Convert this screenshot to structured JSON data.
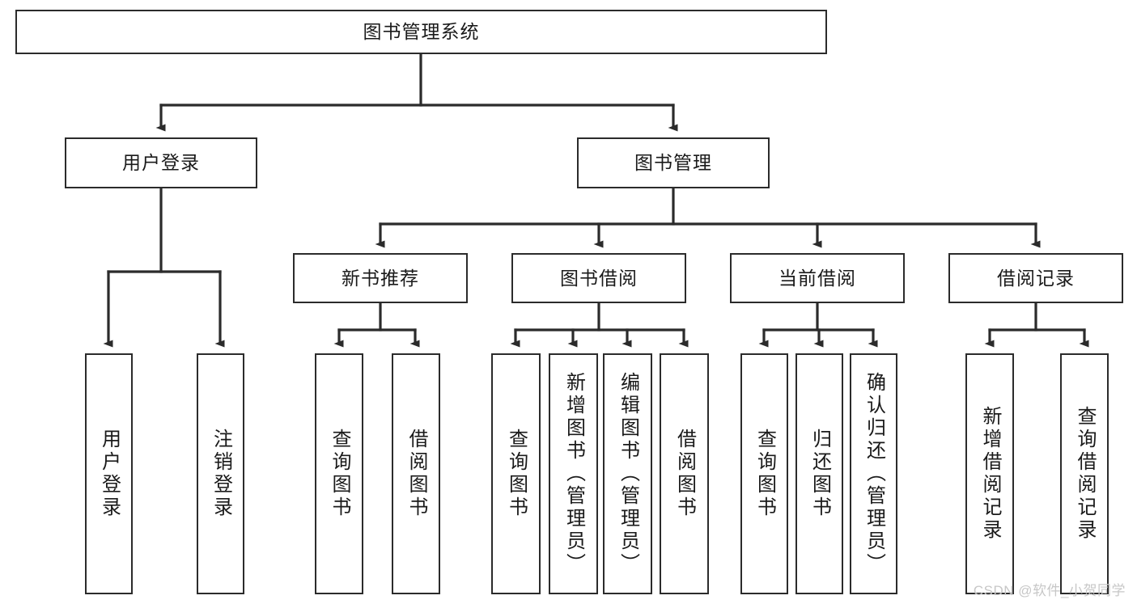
{
  "diagram": {
    "type": "tree-hierarchy",
    "title": "图书管理系统",
    "background_color": "#ffffff",
    "stroke_color": "#2b2b2b",
    "text_color": "#1a1a1a",
    "watermark": "CSDN @软件_小贺同学",
    "nodes": {
      "root": {
        "label": "图书管理系统"
      },
      "level2": [
        {
          "id": "user-login",
          "label": "用户登录"
        },
        {
          "id": "book-manage",
          "label": "图书管理"
        }
      ],
      "level3": [
        {
          "id": "new-book-recommend",
          "label": "新书推荐"
        },
        {
          "id": "book-borrow",
          "label": "图书借阅"
        },
        {
          "id": "current-borrow",
          "label": "当前借阅"
        },
        {
          "id": "borrow-record",
          "label": "借阅记录"
        }
      ],
      "leaves": {
        "user-login": [
          {
            "id": "leaf-user-login",
            "label": "用户登录"
          },
          {
            "id": "leaf-logout",
            "label": "注销登录"
          }
        ],
        "new-book-recommend": [
          {
            "id": "leaf-query-book-1",
            "label": "查询图书"
          },
          {
            "id": "leaf-borrow-book-1",
            "label": "借阅图书"
          }
        ],
        "book-borrow": [
          {
            "id": "leaf-query-book-2",
            "label": "查询图书"
          },
          {
            "id": "leaf-add-book",
            "label": "新增图书（管理员）"
          },
          {
            "id": "leaf-edit-book",
            "label": "编辑图书（管理员）"
          },
          {
            "id": "leaf-borrow-book-2",
            "label": "借阅图书"
          }
        ],
        "current-borrow": [
          {
            "id": "leaf-query-book-3",
            "label": "查询图书"
          },
          {
            "id": "leaf-return-book",
            "label": "归还图书"
          },
          {
            "id": "leaf-confirm-return",
            "label": "确认归还（管理员）"
          }
        ],
        "borrow-record": [
          {
            "id": "leaf-add-record",
            "label": "新增借阅记录"
          },
          {
            "id": "leaf-query-record",
            "label": "查询借阅记录"
          }
        ]
      }
    }
  }
}
